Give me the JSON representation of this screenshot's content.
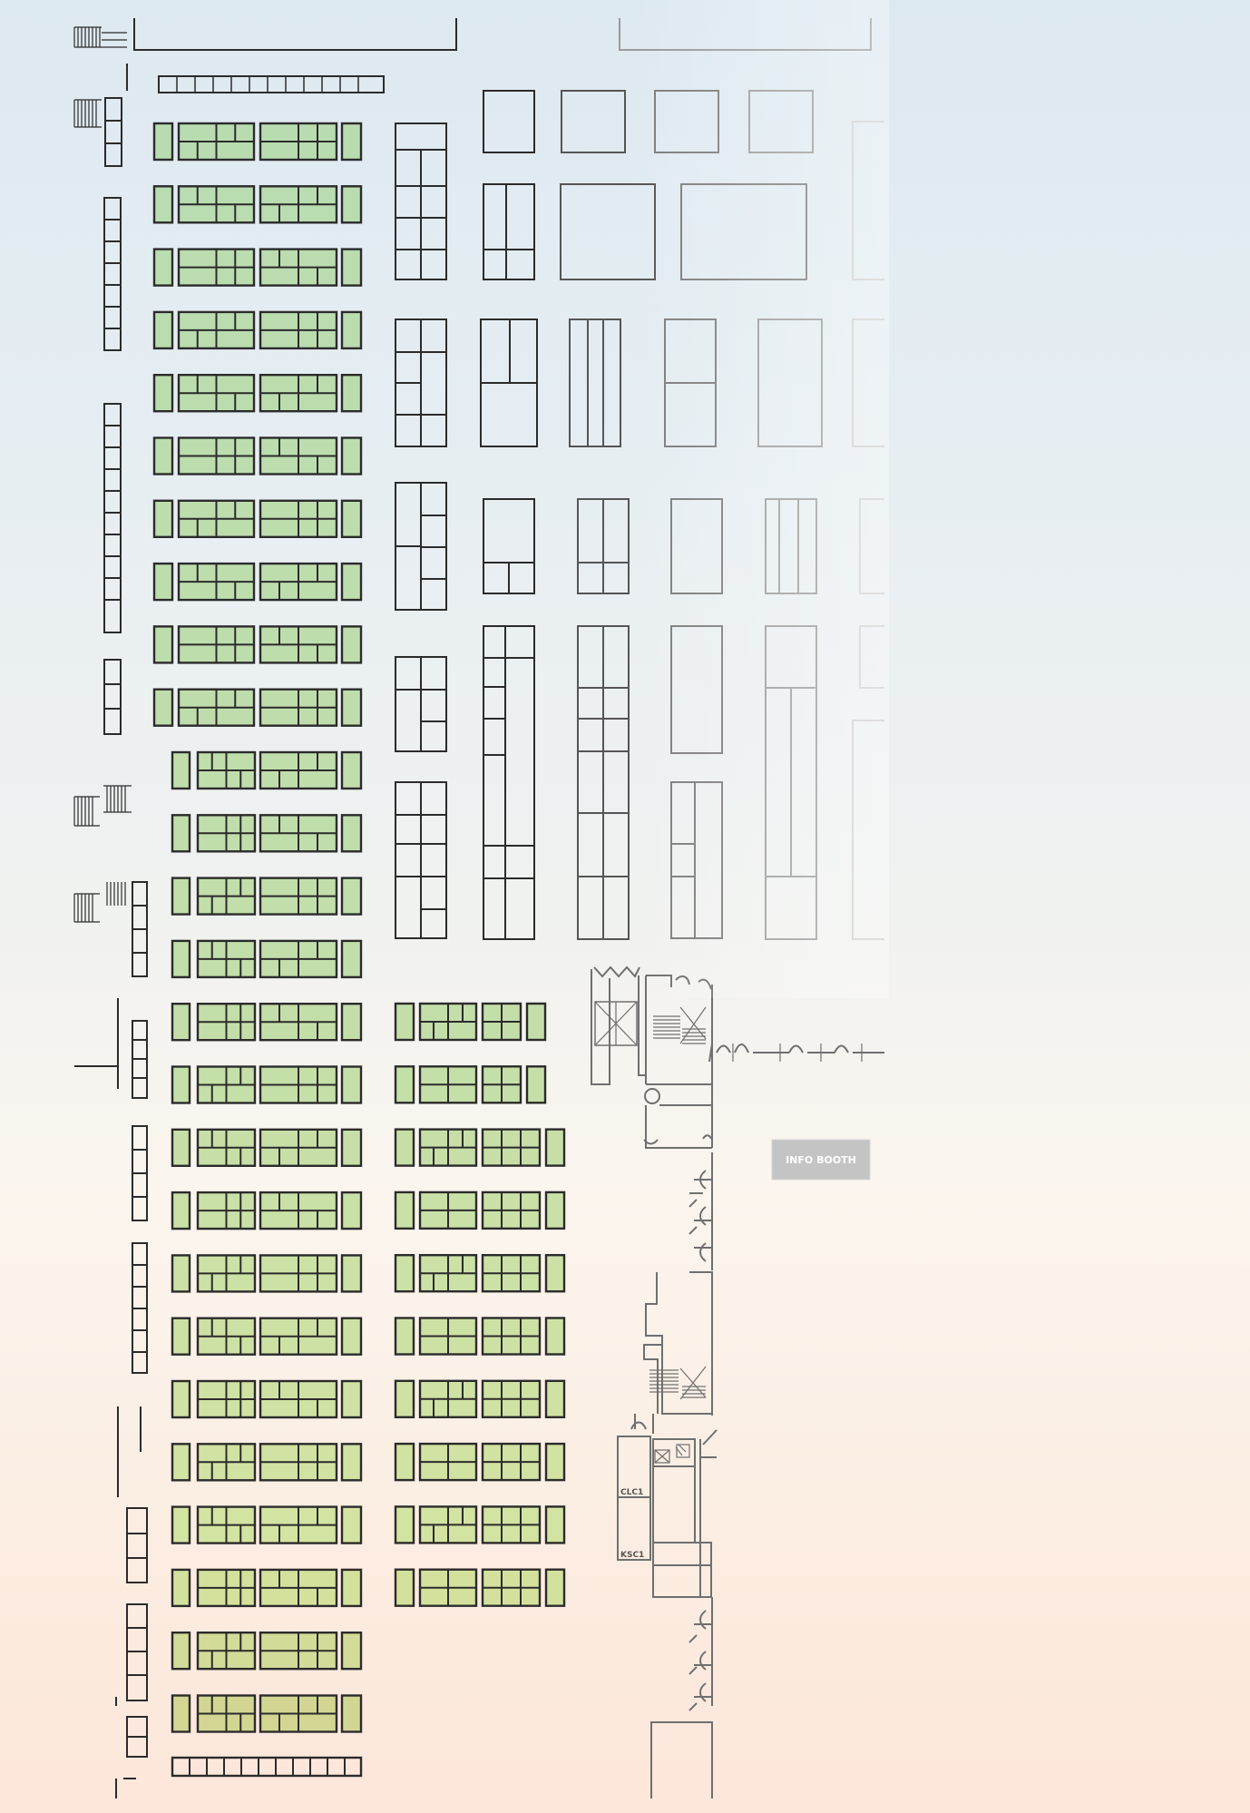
{
  "map": {
    "labels": {
      "info_booth": "INFO BOOTH",
      "closet_1": "CLC1",
      "closet_2": "KSC1"
    },
    "colors": {
      "line_dark": "#2b2b2b",
      "line_mid": "#6f6f6f",
      "line_light": "#b9b9b9",
      "booth_green": "#b8dcb0",
      "booth_yellow_green": "#d4e3a0",
      "booth_olive": "#d2d38f",
      "info_booth_fill": "#bfbfbf",
      "info_booth_text": "#ffffff"
    },
    "icons": [
      "stairs-icon",
      "elevator-icon",
      "restroom-icon"
    ]
  }
}
